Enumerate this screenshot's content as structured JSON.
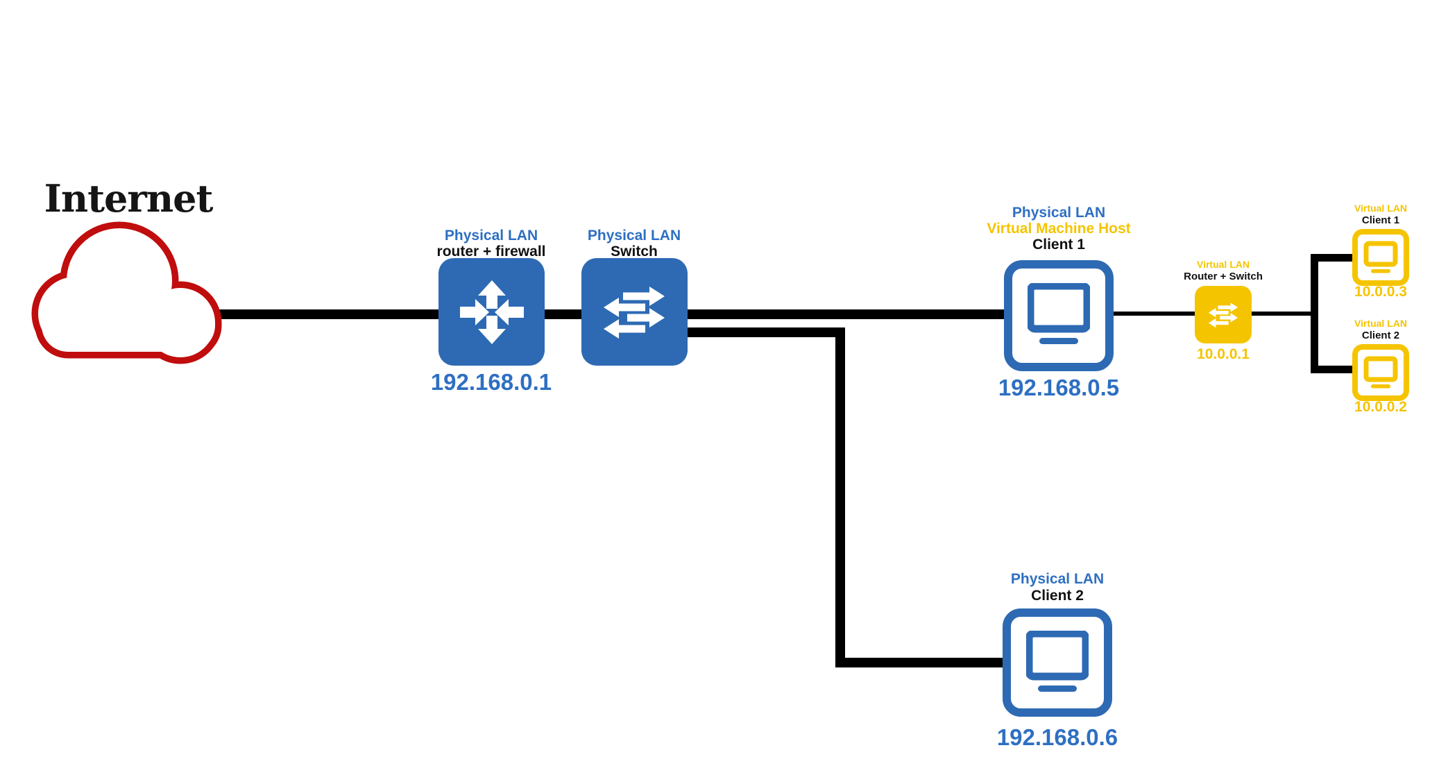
{
  "diagram": {
    "internet": {
      "label": "Internet"
    },
    "router": {
      "network": "Physical LAN",
      "role": "router + firewall",
      "ip": "192.168.0.1"
    },
    "switch": {
      "network": "Physical LAN",
      "role": "Switch"
    },
    "vm_host": {
      "network": "Physical LAN",
      "vm_role": "Virtual Machine Host",
      "client": "Client 1",
      "ip": "192.168.0.5"
    },
    "virtual_router": {
      "network": "Virtual LAN",
      "role": "Router + Switch",
      "ip": "10.0.0.1"
    },
    "virtual_client_1": {
      "network": "Virtual LAN",
      "client": "Client 1",
      "ip": "10.0.0.3"
    },
    "virtual_client_2": {
      "network": "Virtual LAN",
      "client": "Client 2",
      "ip": "10.0.0.2"
    },
    "physical_client_2": {
      "network": "Physical LAN",
      "client": "Client 2",
      "ip": "192.168.0.6"
    },
    "colors": {
      "physical_accent": "#2d6ab3",
      "physical_text": "#2e6fc2",
      "virtual_accent": "#f5c400",
      "internet_red": "#c00d0d",
      "line_black": "#000000"
    }
  }
}
